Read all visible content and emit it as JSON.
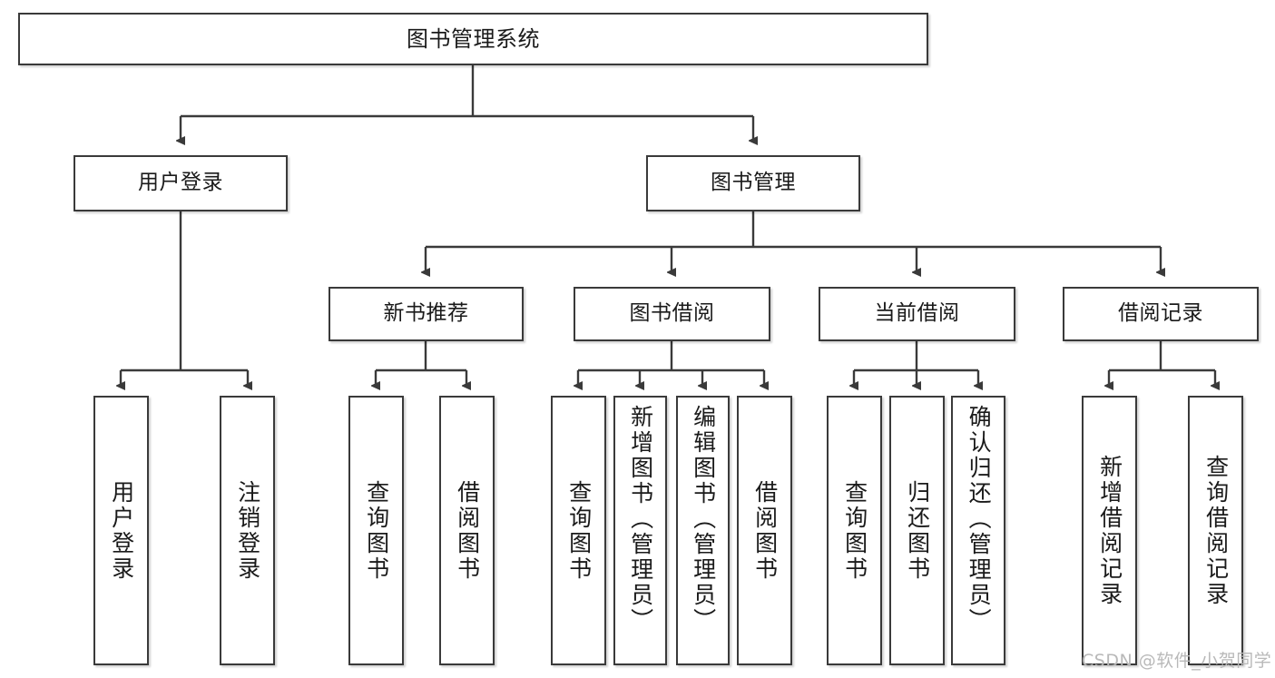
{
  "diagram": {
    "title": "图书管理系统",
    "type": "tree",
    "root": {
      "label": "图书管理系统"
    },
    "level1": [
      {
        "label": "用户登录"
      },
      {
        "label": "图书管理"
      }
    ],
    "level2": [
      {
        "label": "新书推荐"
      },
      {
        "label": "图书借阅"
      },
      {
        "label": "当前借阅"
      },
      {
        "label": "借阅记录"
      }
    ],
    "leaves": {
      "user_login": [
        {
          "label": "用户登录"
        },
        {
          "label": "注销登录"
        }
      ],
      "new_book_recommend": [
        {
          "label": "查询图书"
        },
        {
          "label": "借阅图书"
        }
      ],
      "book_borrow": [
        {
          "label": "查询图书"
        },
        {
          "label": "新增图书（管理员）"
        },
        {
          "label": "编辑图书（管理员）"
        },
        {
          "label": "借阅图书"
        }
      ],
      "current_borrow": [
        {
          "label": "查询图书"
        },
        {
          "label": "归还图书"
        },
        {
          "label": "确认归还（管理员）"
        }
      ],
      "borrow_record": [
        {
          "label": "新增借阅记录"
        },
        {
          "label": "查询借阅记录"
        }
      ]
    }
  },
  "watermark": {
    "text": "CSDN @软件_小贺同学"
  },
  "style": {
    "border_color": "#3a3a3a",
    "line_color": "#3a3a3a",
    "background": "#ffffff",
    "text_color": "#1a1a1a",
    "watermark_color": "#b9b9b9"
  }
}
